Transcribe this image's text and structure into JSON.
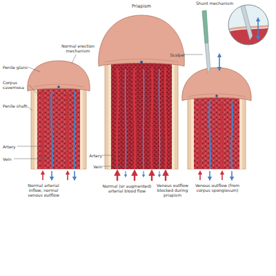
{
  "diagram": {
    "labels": [
      "Normal erection mechanism",
      "Penile glans",
      "Corpus cavernosa",
      "Penile shaft",
      "Artery",
      "Vein",
      "Normal arterial inflow, normal venous outflow",
      "Priapism",
      "Artery",
      "Vein",
      "Normal (or augmented) arterial blood flow",
      "Venous outflow blocked during priapism",
      "Shunt mechanism",
      "Scalpel",
      "Venous outflow (from corpus spongiosum)"
    ]
  }
}
